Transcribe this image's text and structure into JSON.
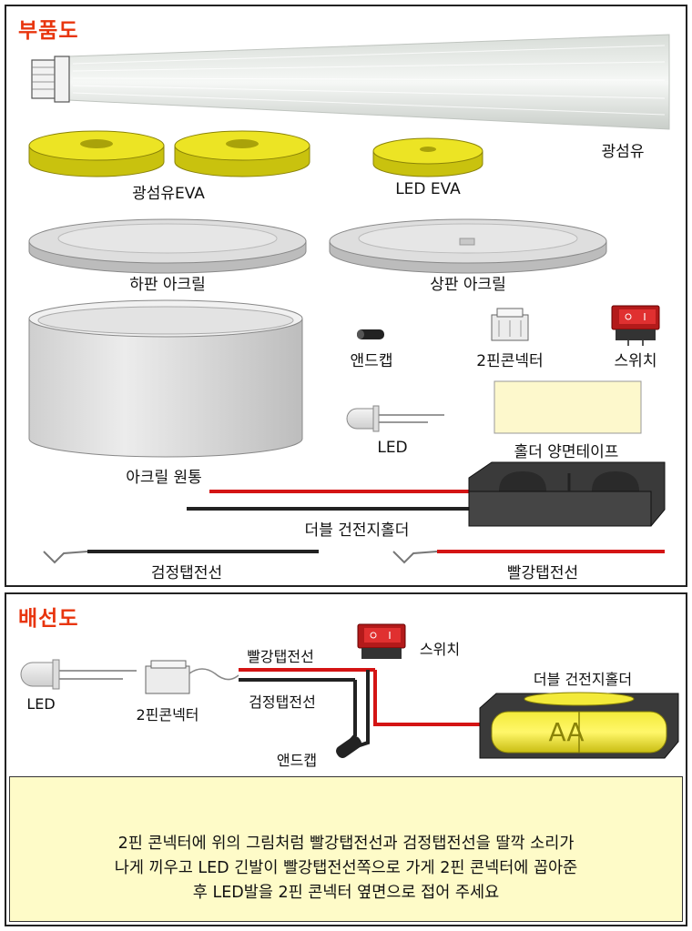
{
  "parts_diagram": {
    "title": "부품도",
    "labels": {
      "optical_fiber": "광섬유",
      "fiber_eva": "광섬유EVA",
      "led_eva": "LED EVA",
      "bottom_acrylic": "하판 아크릴",
      "top_acrylic": "상판 아크릴",
      "end_cap": "앤드캡",
      "connector": "2핀콘넥터",
      "switch": "스위치",
      "acrylic_cylinder": "아크릴 원통",
      "led": "LED",
      "holder_tape": "홀더 양면테이프",
      "battery_holder": "더블 건전지홀더",
      "black_wire": "검정탭전선",
      "red_wire": "빨강탭전선"
    }
  },
  "wiring_diagram": {
    "title": "배선도",
    "labels": {
      "red_wire": "빨강탭전선",
      "switch": "스위치",
      "led": "LED",
      "connector": "2핀콘넥터",
      "black_wire": "검정탭전선",
      "battery_holder": "더블 건전지홀더",
      "end_cap": "앤드캡",
      "battery_text": "AA"
    },
    "instruction_lines": [
      "2핀 콘넥터에 위의 그림처럼 빨강탭전선과 검정탭전선을 딸깍 소리가",
      "나게 끼우고 LED 긴발이 빨강탭전선쪽으로 가게 2핀 콘넥터에 꼽아준",
      "후 LED발을 2핀 콘넥터 옆면으로 접어 주세요"
    ]
  },
  "colors": {
    "title_accent": "#e8350e",
    "eva_yellow": "#e8e020",
    "wire_red": "#d41414",
    "wire_black": "#222222",
    "note_bg": "#fefbc8"
  }
}
